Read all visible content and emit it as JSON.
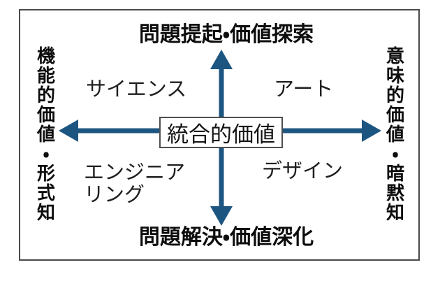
{
  "figure": {
    "axis_top_label": "問題提起・価値探索",
    "axis_bottom_label": "問題解決・価値深化",
    "axis_left_label": "機能的価値・形式知",
    "axis_right_label": "意味的価値・暗黙知",
    "center_label": "統合的価値",
    "quadrant_top_left": "サイエンス",
    "quadrant_top_right": "アート",
    "quadrant_bottom_left": "エンジニアリング",
    "quadrant_bottom_right": "デザイン"
  },
  "colors": {
    "arrow": "#1d5581",
    "heading_text": "#0d0d0d",
    "label_text": "#1f1f1f",
    "frame_border": "#4a4a4a",
    "box_border": "#4f4f4f",
    "background": "#ffffff"
  }
}
